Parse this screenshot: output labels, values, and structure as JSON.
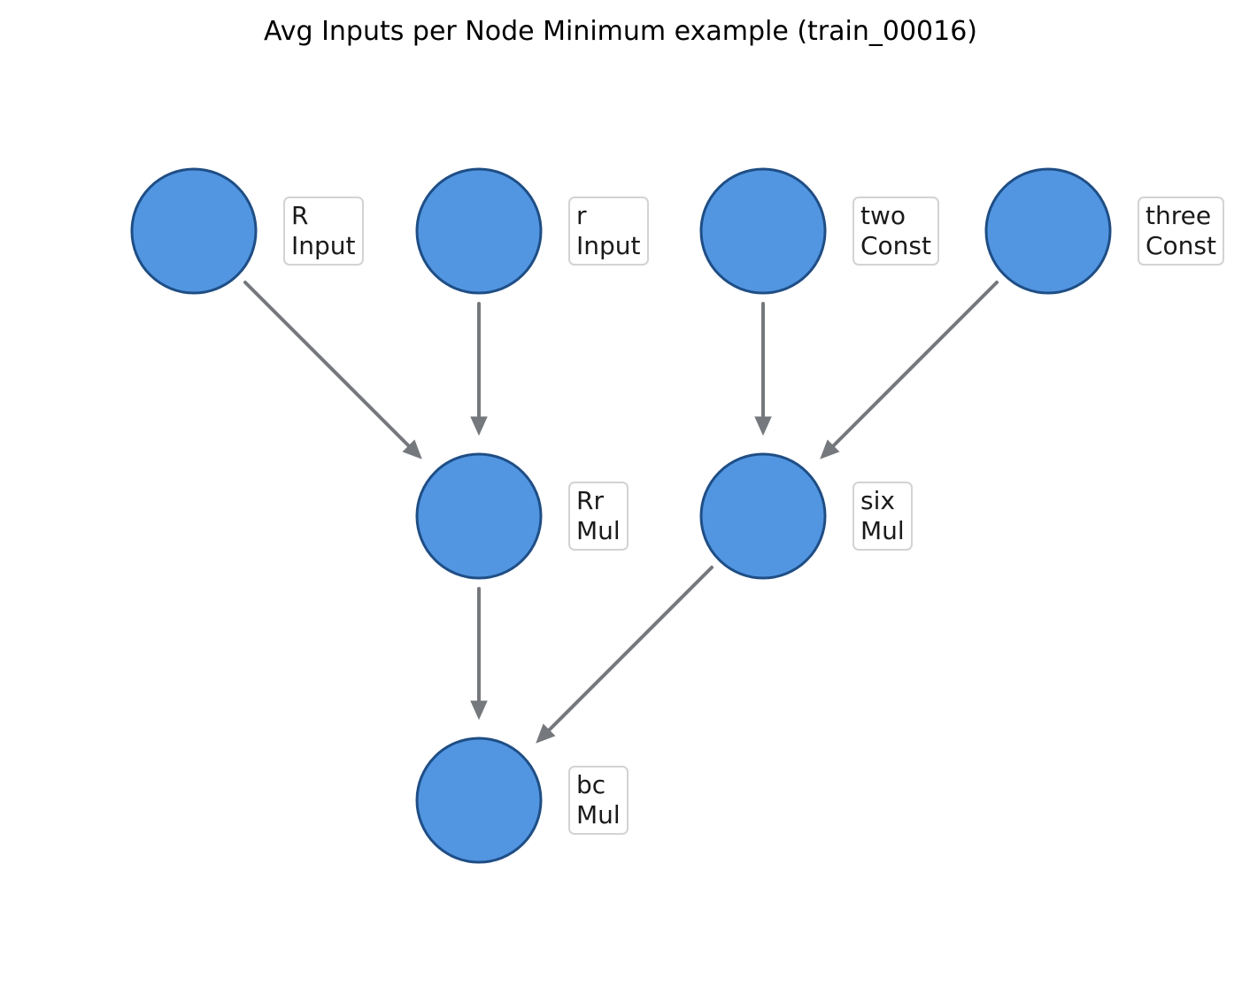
{
  "title": "Avg Inputs per Node Minimum example (train_00016)",
  "colors": {
    "node_fill": "#5296e2",
    "node_stroke": "#1f4e85",
    "edge": "#75787c",
    "label_border": "#d3d3d3"
  },
  "nodes": [
    {
      "id": "R",
      "name": "R",
      "op": "Input"
    },
    {
      "id": "r",
      "name": "r",
      "op": "Input"
    },
    {
      "id": "two",
      "name": "two",
      "op": "Const"
    },
    {
      "id": "three",
      "name": "three",
      "op": "Const"
    },
    {
      "id": "Rr",
      "name": "Rr",
      "op": "Mul"
    },
    {
      "id": "six",
      "name": "six",
      "op": "Mul"
    },
    {
      "id": "bc",
      "name": "bc",
      "op": "Mul"
    }
  ],
  "edges": [
    {
      "from": "R",
      "to": "Rr"
    },
    {
      "from": "r",
      "to": "Rr"
    },
    {
      "from": "two",
      "to": "six"
    },
    {
      "from": "three",
      "to": "six"
    },
    {
      "from": "Rr",
      "to": "bc"
    },
    {
      "from": "six",
      "to": "bc"
    }
  ]
}
